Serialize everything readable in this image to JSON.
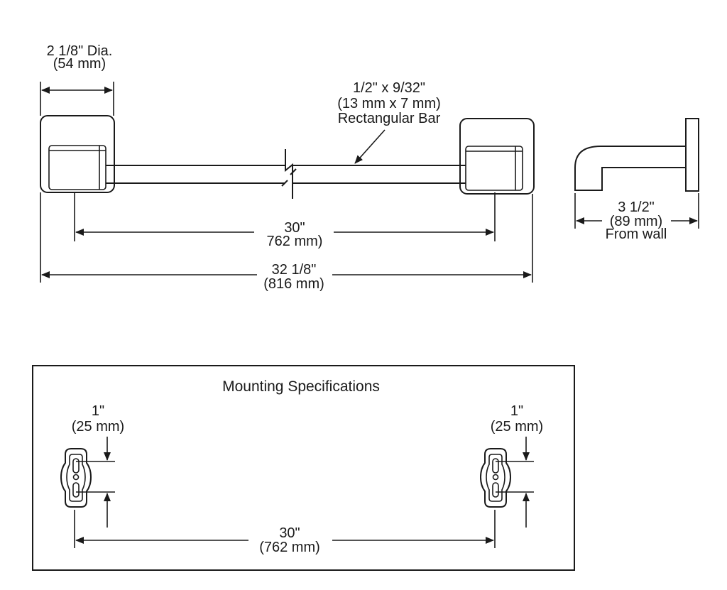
{
  "dimensions": {
    "post_diameter": {
      "line1": "2 1/8\" Dia.",
      "line2": "(54 mm)"
    },
    "bar": {
      "line1": "1/2\" x 9/32\"",
      "line2": "(13 mm x 7 mm)",
      "line3": "Rectangular Bar"
    },
    "centers": {
      "line1": "30\"",
      "line2": "762 mm)"
    },
    "overall": {
      "line1": "32 1/8\"",
      "line2": "(816 mm)"
    },
    "projection": {
      "line1": "3 1/2\"",
      "line2": "(89 mm)",
      "line3": "From wall"
    }
  },
  "mounting": {
    "title": "Mounting Specifications",
    "left_offset": {
      "line1": "1\"",
      "line2": "(25 mm)"
    },
    "right_offset": {
      "line1": "1\"",
      "line2": "(25 mm)"
    },
    "centers": {
      "line1": "30\"",
      "line2": "(762 mm)"
    }
  }
}
